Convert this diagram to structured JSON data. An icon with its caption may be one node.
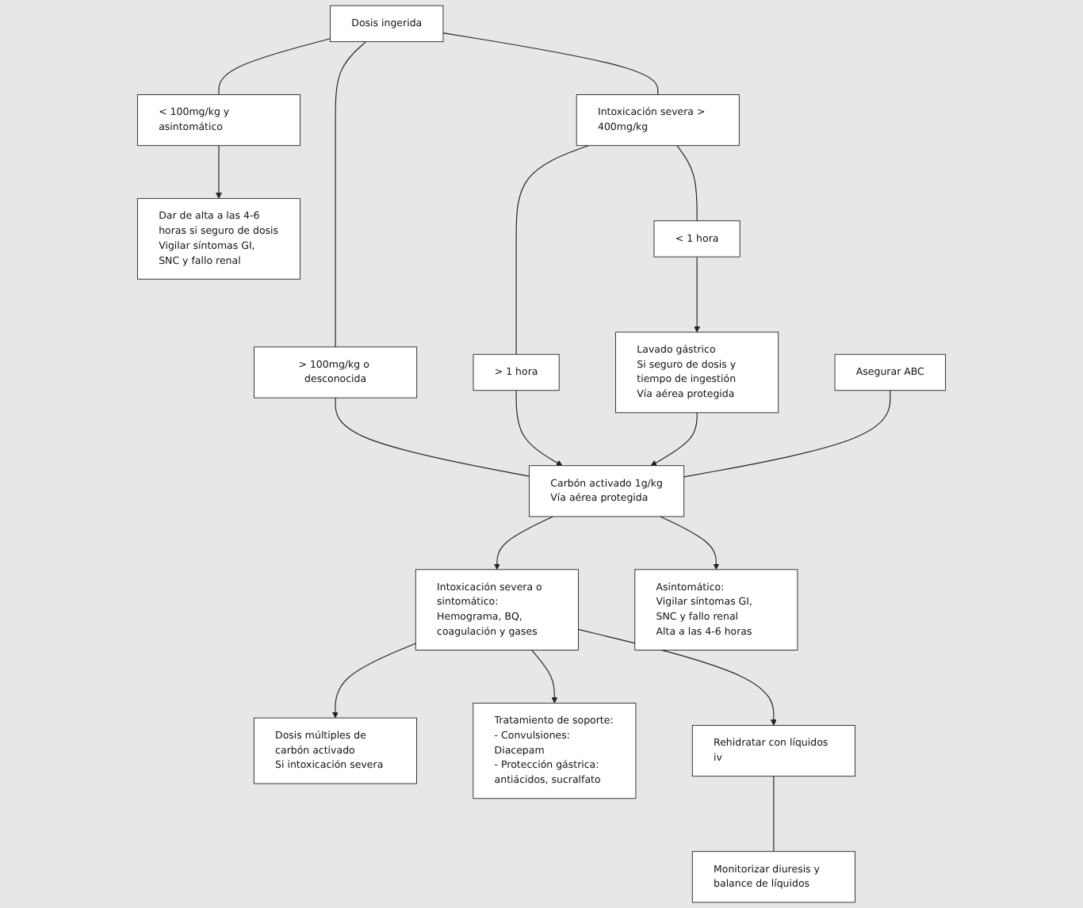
{
  "diagram": {
    "nodes": [
      {
        "text": [
          "Dosis ingerida"
        ]
      },
      {
        "text": [
          "Intoxicación severa > 400mg/kg"
        ]
      },
      {
        "text": [
          "> 100mg/kg o desconocida"
        ]
      },
      {
        "text": [
          "< 100mg/kg y asintomático"
        ]
      },
      {
        "text": [
          "Dar de alta a las 4-6 horas si seguro de dosis",
          "Vigilar síntomas GI, SNC y fallo renal"
        ]
      },
      {
        "text": [
          "< 1 hora"
        ]
      },
      {
        "text": [
          "> 1 hora"
        ]
      },
      {
        "text": [
          "Carbón activado 1g/kg",
          "Vía aérea protegida"
        ]
      },
      {
        "text": [
          "Asegurar ABC"
        ]
      },
      {
        "text": [
          "Lavado gástrico",
          "Si seguro de dosis y tiempo de ingestión",
          "Vía aérea protegida"
        ]
      },
      {
        "text": [
          "Intoxicación severa o sintomático: Hemograma, BQ, coagulación y gases"
        ]
      },
      {
        "text": [
          "Asintomático:",
          "Vigilar síntomas GI, SNC y fallo renal",
          "Alta a las 4-6 horas"
        ]
      },
      {
        "text": [
          "Dosis múltiples de carbón activado",
          "Si intoxicación severa"
        ]
      },
      {
        "text": [
          "Tratamiento de soporte:",
          "- Convulsiones: Diacepam",
          "- Protección gástrica: antiácidos, sucralfato"
        ]
      },
      {
        "text": [
          "Rehidratar con líquidos iv"
        ]
      },
      {
        "text": [
          "Monitorizar diuresis y balance de líquidos"
        ]
      }
    ],
    "edges": [
      {
        "from": 0,
        "to": 1,
        "arrow": "none"
      },
      {
        "from": 0,
        "to": 2,
        "arrow": "none"
      },
      {
        "from": 0,
        "to": 3,
        "arrow": "none"
      },
      {
        "from": 3,
        "to": 4,
        "arrow": "to"
      },
      {
        "from": 1,
        "to": 5,
        "arrow": "none"
      },
      {
        "from": 1,
        "to": 6,
        "arrow": "none"
      },
      {
        "from": 2,
        "to": 7,
        "arrow": "none"
      },
      {
        "from": 6,
        "to": 7,
        "arrow": "to"
      },
      {
        "from": 5,
        "to": 9,
        "arrow": "to"
      },
      {
        "from": 9,
        "to": 7,
        "arrow": "to"
      },
      {
        "from": 8,
        "to": 7,
        "arrow": "none"
      },
      {
        "from": 7,
        "to": 10,
        "arrow": "to"
      },
      {
        "from": 7,
        "to": 11,
        "arrow": "to"
      },
      {
        "from": 10,
        "to": 12,
        "arrow": "to"
      },
      {
        "from": 10,
        "to": 13,
        "arrow": "to"
      },
      {
        "from": 10,
        "to": 14,
        "arrow": "to"
      },
      {
        "from": 14,
        "to": 15,
        "arrow": "none"
      }
    ]
  }
}
